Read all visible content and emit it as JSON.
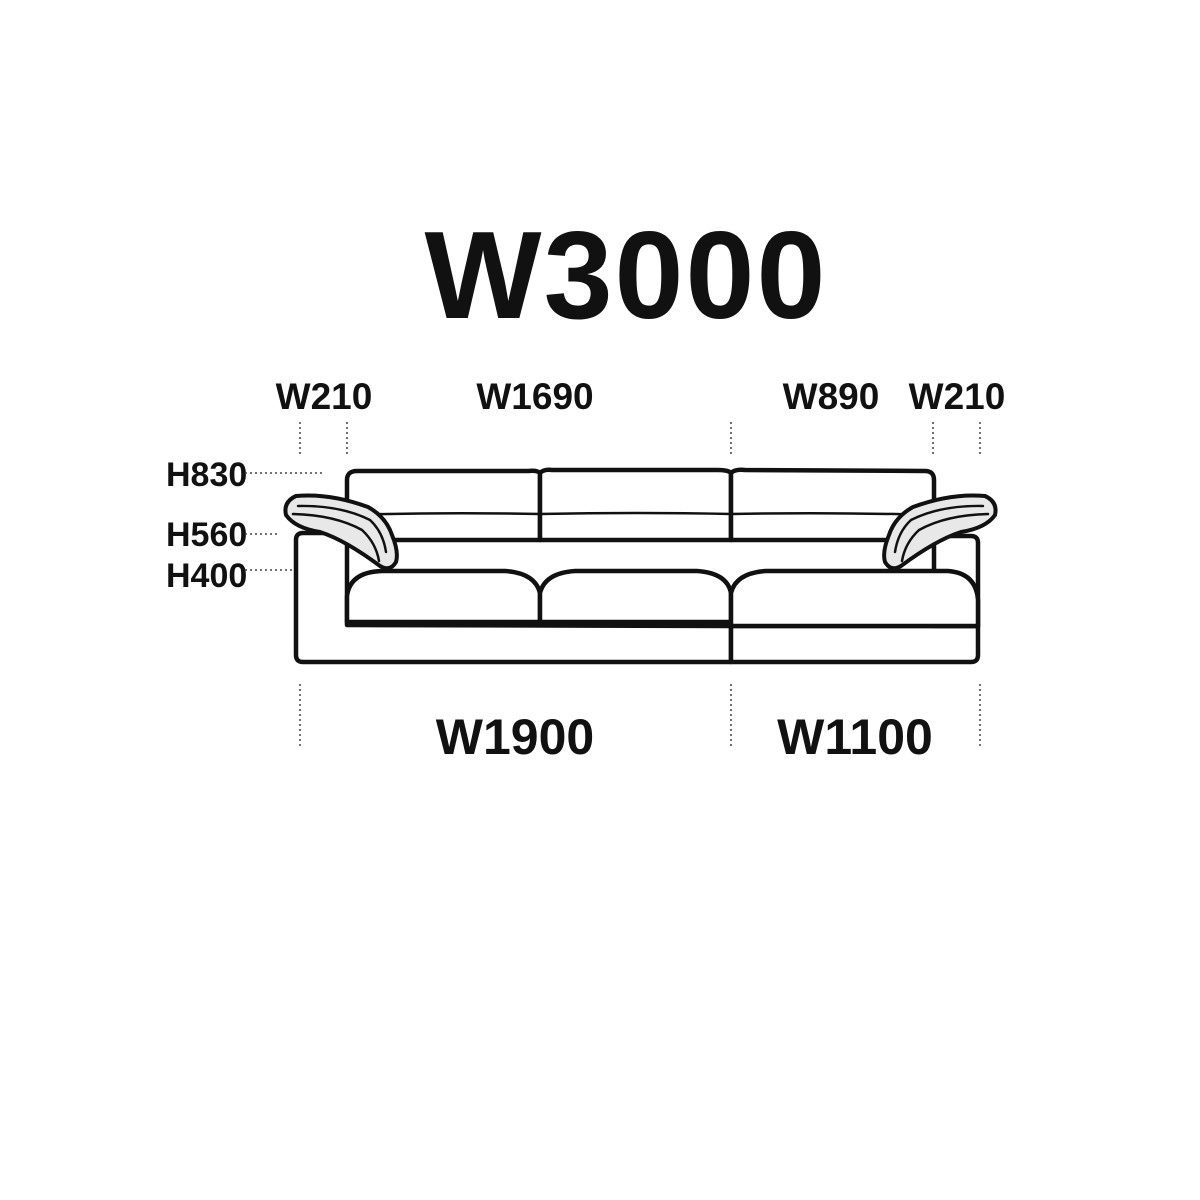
{
  "title": "W3000",
  "top_dimensions": {
    "left_arm": "W210",
    "left_seat": "W1690",
    "right_seat": "W890",
    "right_arm": "W210"
  },
  "height_dimensions": {
    "back": "H830",
    "arm": "H560",
    "seat": "H400"
  },
  "bottom_dimensions": {
    "left_module": "W1900",
    "right_module": "W1100"
  },
  "colors": {
    "line": "#111111",
    "pillow_fill": "#e8e8e8",
    "background": "#ffffff"
  }
}
